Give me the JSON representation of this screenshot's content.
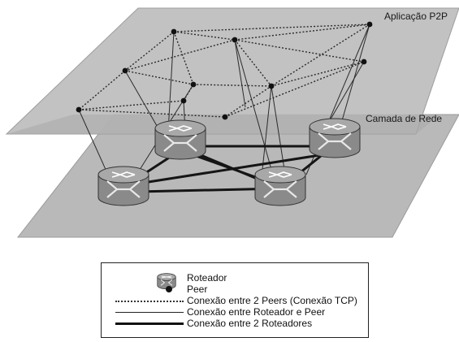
{
  "planes": {
    "top_label": "Aplicação P2P",
    "bottom_label": "Camada de Rede"
  },
  "legend": {
    "router": "Roteador",
    "peer": "Peer",
    "peer_link": "Conexão entre 2 Peers (Conexão TCP)",
    "router_peer_link": "Conexão entre Roteador e Peer",
    "router_link": "Conexão entre 2 Roteadores"
  },
  "colors": {
    "plane_fill": "#b8b8b8",
    "router_body": "#8c8c8c",
    "router_top": "#a6a6a6",
    "peer": "#111111"
  },
  "icons": {
    "router": "router-icon",
    "peer": "peer-dot-icon"
  }
}
